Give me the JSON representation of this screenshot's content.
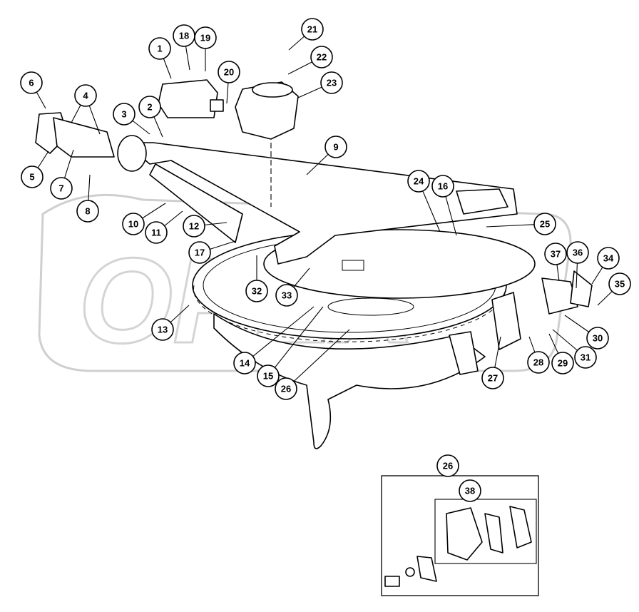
{
  "diagram": {
    "type": "exploded-parts-diagram",
    "watermark": "OPEX",
    "callouts": [
      "1",
      "2",
      "3",
      "4",
      "5",
      "6",
      "7",
      "8",
      "9",
      "10",
      "11",
      "12",
      "13",
      "14",
      "15",
      "16",
      "17",
      "18",
      "19",
      "20",
      "21",
      "22",
      "23",
      "24",
      "25",
      "26",
      "27",
      "28",
      "29",
      "30",
      "31",
      "32",
      "33",
      "34",
      "35",
      "36",
      "37",
      "38"
    ],
    "inset": {
      "callout": "26",
      "sub_callout": "38"
    }
  }
}
